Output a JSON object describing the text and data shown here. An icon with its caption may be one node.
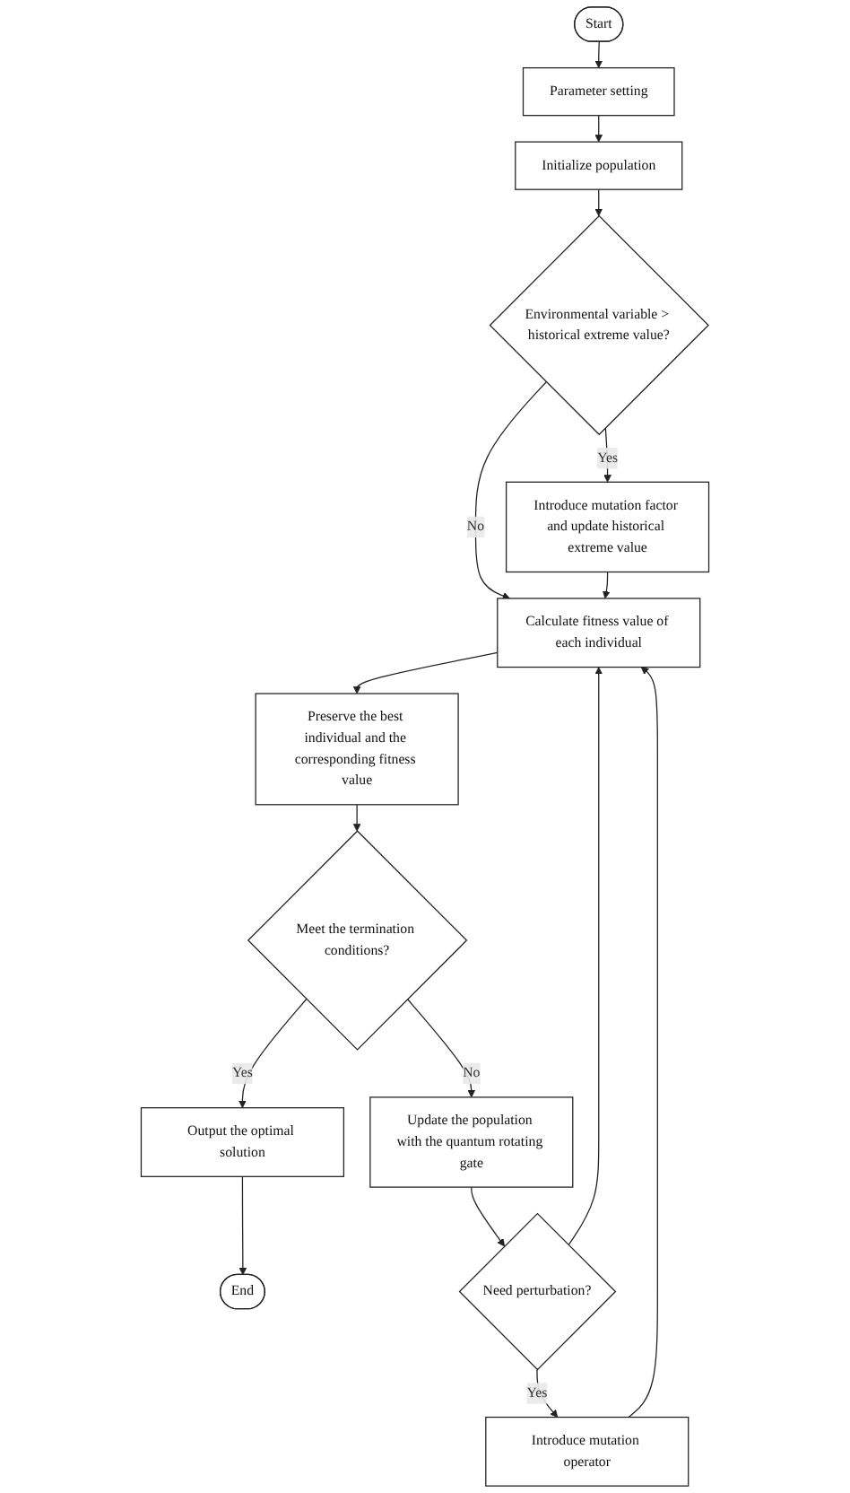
{
  "diagram": {
    "nodes": [
      {
        "text": [
          "Start"
        ]
      },
      {
        "text": [
          "Parameter setting"
        ]
      },
      {
        "text": [
          "Initialize population"
        ]
      },
      {
        "text": [
          "Environmental variable > historical extreme value?"
        ]
      },
      {
        "text": [
          "Introduce mutation factor and update historical extreme value"
        ]
      },
      {
        "text": [
          "Calculate fitness value of each individual"
        ]
      },
      {
        "text": [
          "Preserve the best individual and the corresponding fitness value"
        ]
      },
      {
        "text": [
          "Meet the termination conditions?"
        ]
      },
      {
        "text": [
          "Output the optimal solution"
        ]
      },
      {
        "text": [
          "End"
        ]
      },
      {
        "text": [
          "Update the population with the quantum rotating gate"
        ]
      },
      {
        "text": [
          "Need perturbation?"
        ]
      },
      {
        "text": [
          "Introduce mutation operator"
        ]
      }
    ],
    "edges": [
      {
        "from": 0,
        "to": 1,
        "arrow": "to"
      },
      {
        "from": 1,
        "to": 2,
        "arrow": "to"
      },
      {
        "from": 2,
        "to": 3,
        "arrow": "to"
      },
      {
        "from": 3,
        "to": 4,
        "arrow": "to",
        "label": "Yes"
      },
      {
        "from": 3,
        "to": 5,
        "arrow": "to",
        "label": "No"
      },
      {
        "from": 4,
        "to": 5,
        "arrow": "to"
      },
      {
        "from": 5,
        "to": 6,
        "arrow": "to"
      },
      {
        "from": 6,
        "to": 7,
        "arrow": "to"
      },
      {
        "from": 7,
        "to": 8,
        "arrow": "to",
        "label": "Yes"
      },
      {
        "from": 8,
        "to": 9,
        "arrow": "to"
      },
      {
        "from": 7,
        "to": 10,
        "arrow": "to",
        "label": "No"
      },
      {
        "from": 10,
        "to": 11,
        "arrow": "to"
      },
      {
        "from": 11,
        "to": 5,
        "arrow": "to"
      },
      {
        "from": 11,
        "to": 12,
        "arrow": "to",
        "label": "Yes"
      },
      {
        "from": 12,
        "to": 5,
        "arrow": "to"
      }
    ]
  }
}
